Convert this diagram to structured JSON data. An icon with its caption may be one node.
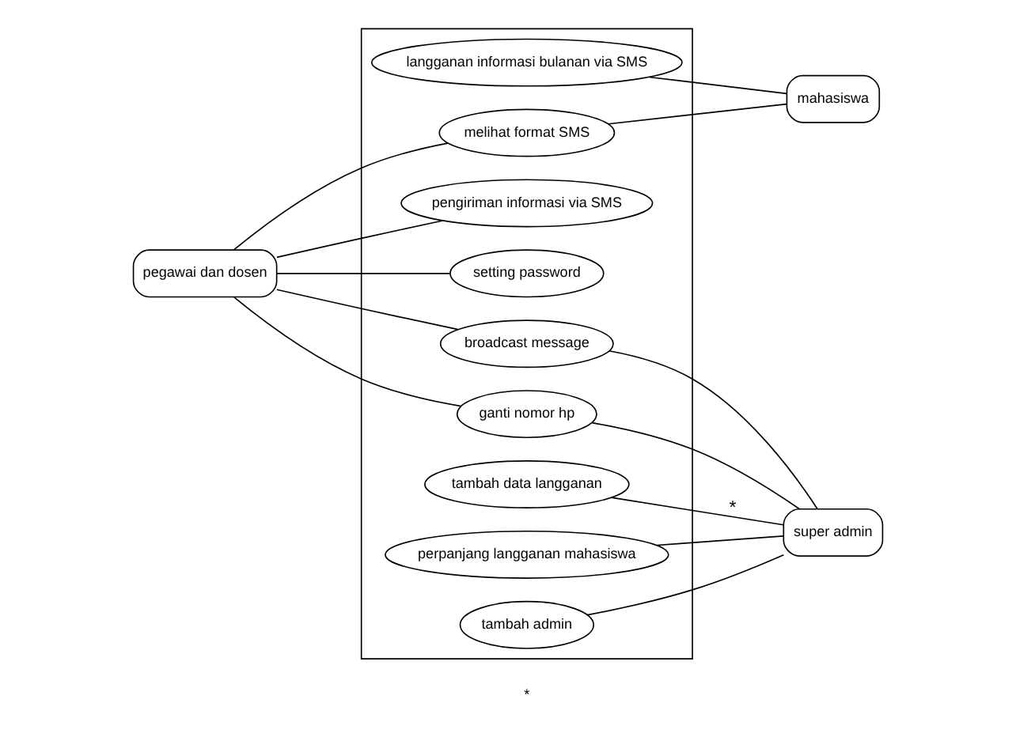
{
  "diagram": {
    "nodes": [
      {
        "text": [],
        "shape": "box"
      },
      {
        "text": [
          "langganan informasi bulanan via SMS"
        ],
        "in": 0
      },
      {
        "text": [
          "melihat format SMS"
        ],
        "in": 0
      },
      {
        "text": [
          "pengiriman informasi via SMS"
        ],
        "in": 0
      },
      {
        "text": [
          "setting password"
        ],
        "in": 0
      },
      {
        "text": [
          "broadcast message"
        ],
        "in": 0
      },
      {
        "text": [
          "ganti nomor hp"
        ],
        "in": 0
      },
      {
        "text": [
          "tambah data langganan"
        ],
        "in": 0
      },
      {
        "text": [
          "perpanjang langganan mahasiswa"
        ],
        "in": 0
      },
      {
        "text": [
          "tambah admin"
        ],
        "in": 0
      },
      {
        "text": [
          "mahasiswa"
        ]
      },
      {
        "text": [
          "pegawai dan dosen"
        ]
      },
      {
        "text": [
          "super admin"
        ]
      }
    ],
    "edges": [
      {
        "from": 10,
        "to": 1,
        "arrow": "none"
      },
      {
        "from": 10,
        "to": 2,
        "arrow": "none"
      },
      {
        "from": 11,
        "to": 2,
        "arrow": "none"
      },
      {
        "from": 11,
        "to": 3,
        "arrow": "none"
      },
      {
        "from": 11,
        "to": 4,
        "arrow": "none"
      },
      {
        "from": 11,
        "to": 5,
        "arrow": "none"
      },
      {
        "from": 11,
        "to": 6,
        "arrow": "none"
      },
      {
        "from": 7,
        "to": 12,
        "arrow": "none",
        "label": "*"
      },
      {
        "from": 8,
        "to": 12,
        "arrow": "none"
      },
      {
        "from": 9,
        "to": 12,
        "arrow": "none"
      },
      {
        "from": 5,
        "to": 12,
        "arrow": "none"
      },
      {
        "from": 6,
        "to": 12,
        "arrow": "none"
      }
    ],
    "labels": [
      "*"
    ]
  }
}
